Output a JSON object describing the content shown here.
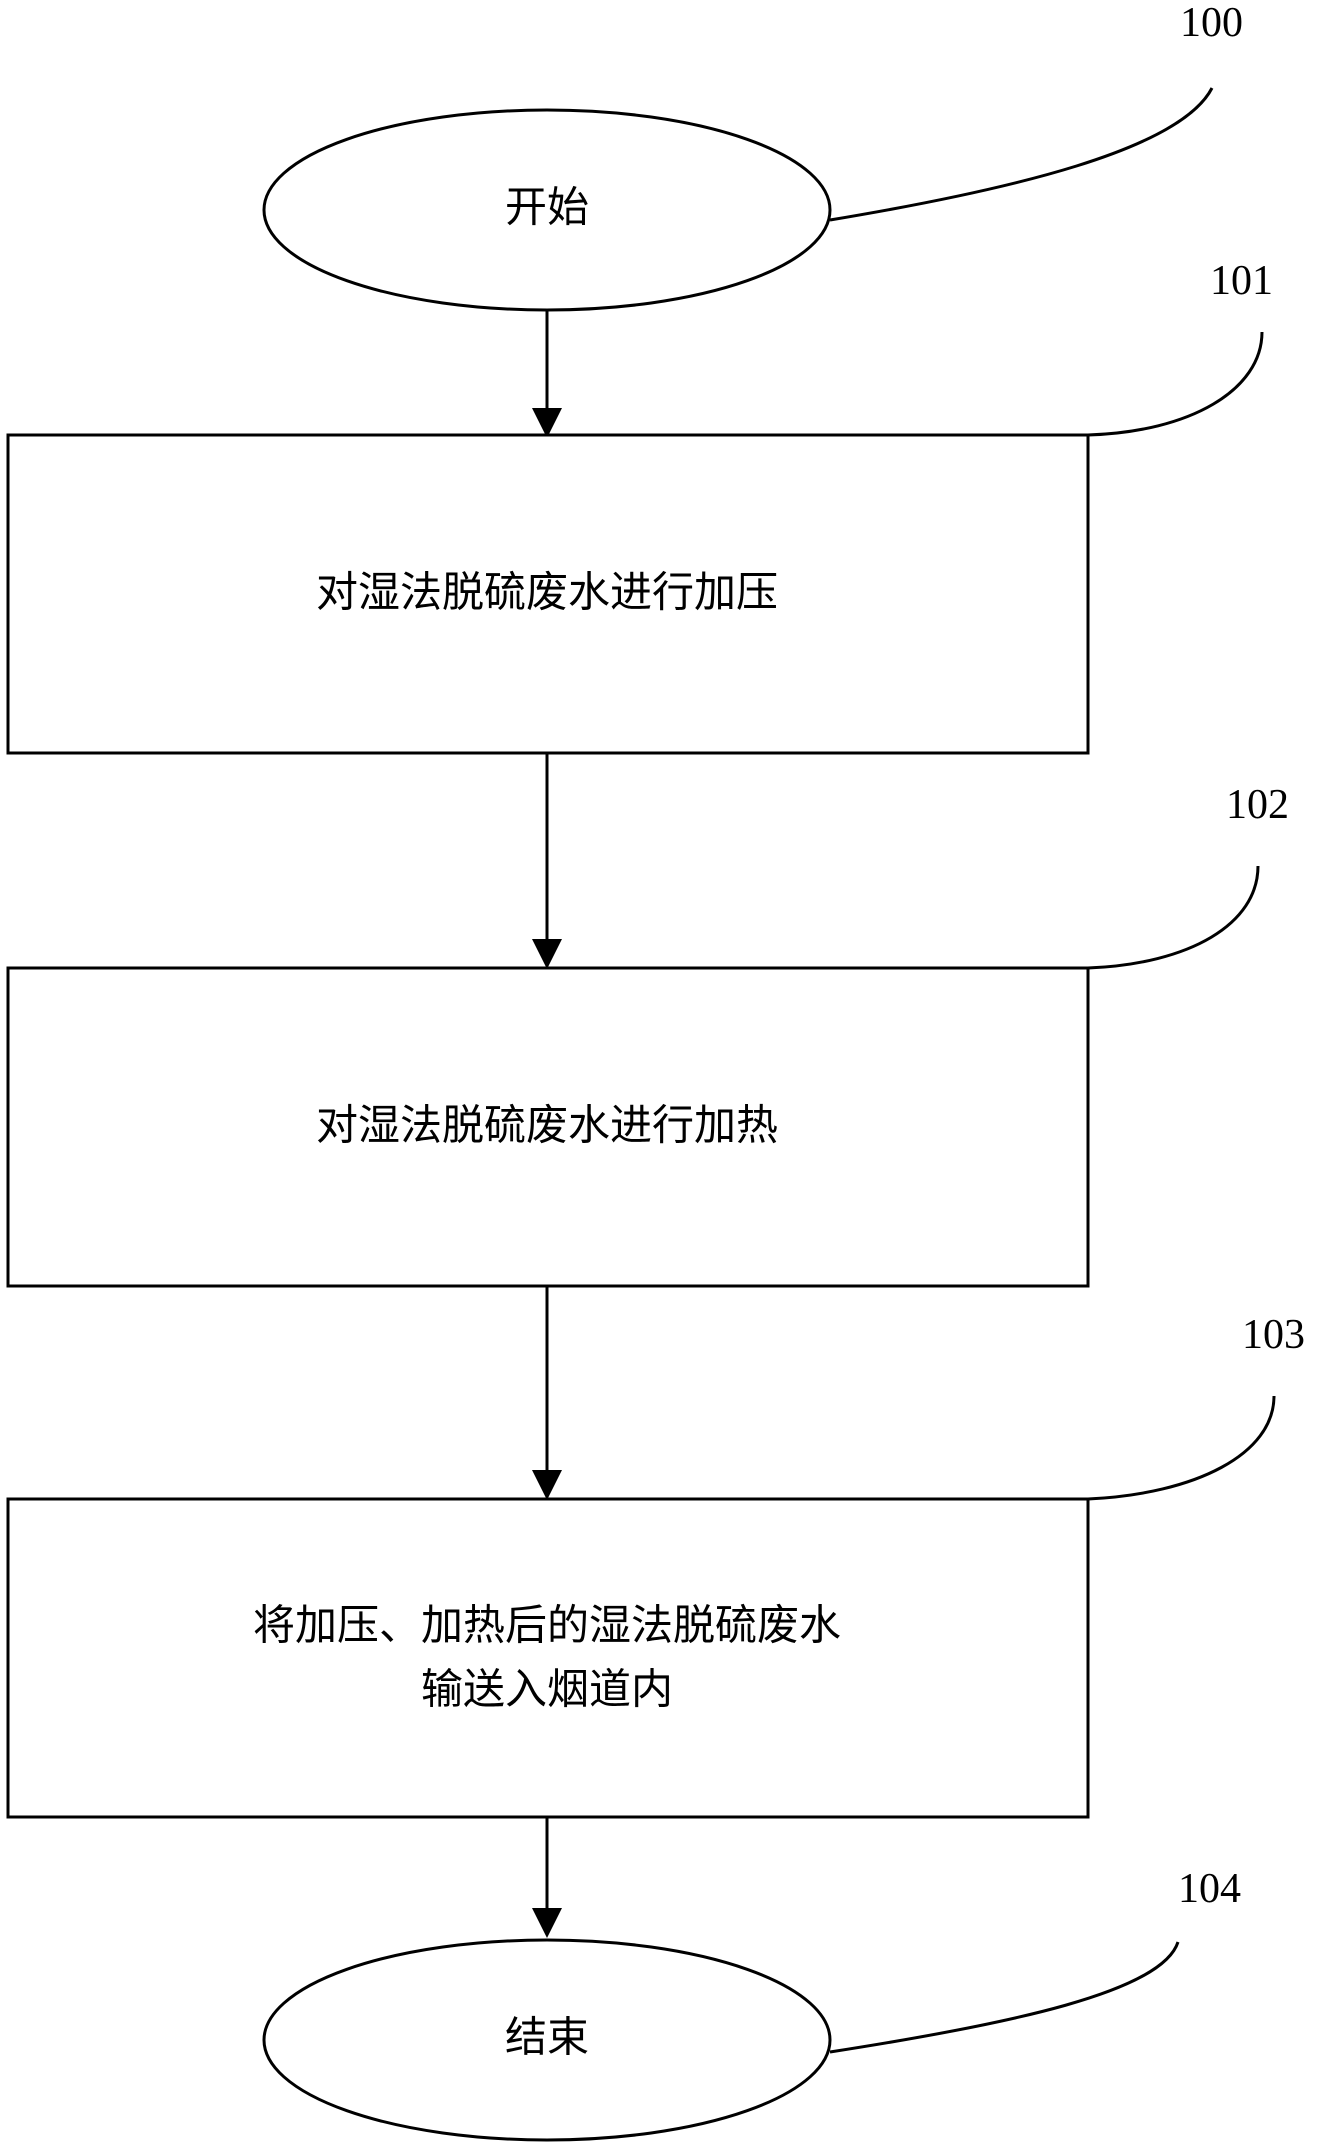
{
  "flowchart": {
    "nodes": [
      {
        "id": "start",
        "shape": "ellipse",
        "ref": "100",
        "lines": [
          "开始"
        ]
      },
      {
        "id": "step1",
        "shape": "rect",
        "ref": "101",
        "lines": [
          "对湿法脱硫废水进行加压"
        ]
      },
      {
        "id": "step2",
        "shape": "rect",
        "ref": "102",
        "lines": [
          "对湿法脱硫废水进行加热"
        ]
      },
      {
        "id": "step3",
        "shape": "rect",
        "ref": "103",
        "lines": [
          "将加压、加热后的湿法脱硫废水",
          "输送入烟道内"
        ]
      },
      {
        "id": "end",
        "shape": "ellipse",
        "ref": "104",
        "lines": [
          "结束"
        ]
      }
    ],
    "edges": [
      {
        "from": "start",
        "to": "step1"
      },
      {
        "from": "step1",
        "to": "step2"
      },
      {
        "from": "step2",
        "to": "step3"
      },
      {
        "from": "step3",
        "to": "end"
      }
    ]
  }
}
